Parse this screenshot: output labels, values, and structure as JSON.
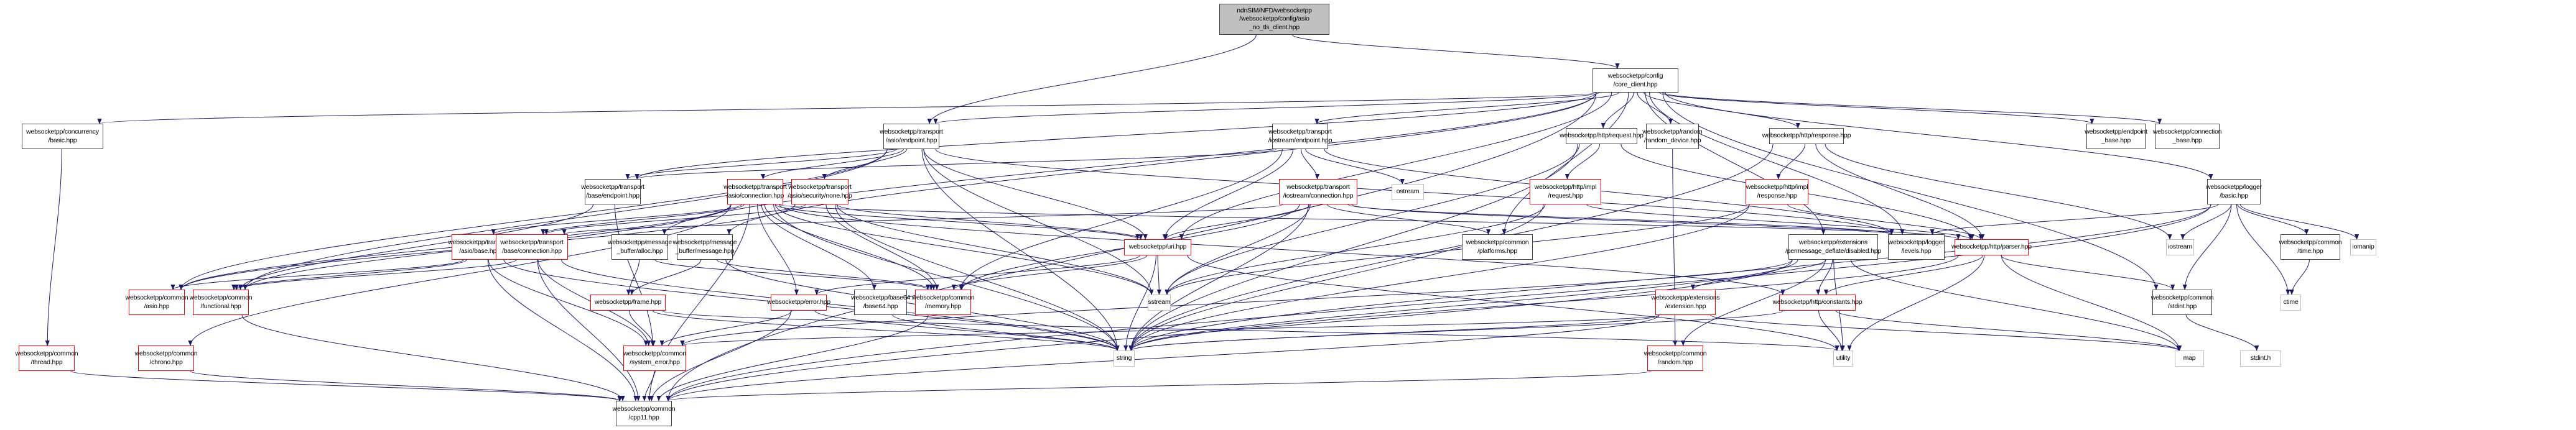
{
  "title": "Include dependency graph for asio_no_tls_client.hpp",
  "colors": {
    "edge": "#191970",
    "documented_border": "#404040",
    "incomplete_border": "#ff0000",
    "external_border": "#bfbfbf",
    "root_fill": "#bfbfbf"
  },
  "nodes": [
    {
      "id": "root",
      "kind": "root",
      "label": "ndnSIM/NFD/websocketpp\n/websocketpp/config/asio\n_no_tls_client.hpp"
    },
    {
      "id": "core_client",
      "kind": "doc",
      "label": "websocketpp/config\n/core_client.hpp"
    },
    {
      "id": "concurrency_basic",
      "kind": "doc",
      "label": "websocketpp/concurrency\n/basic.hpp"
    },
    {
      "id": "asio_endpoint",
      "kind": "doc",
      "label": "websocketpp/transport\n/asio/endpoint.hpp"
    },
    {
      "id": "iostream_endpoint",
      "kind": "doc",
      "label": "websocketpp/transport\n/iostream/endpoint.hpp"
    },
    {
      "id": "http_request",
      "kind": "doc",
      "label": "websocketpp/http/request.hpp"
    },
    {
      "id": "random_device",
      "kind": "doc",
      "label": "websocketpp/random\n/random_device.hpp"
    },
    {
      "id": "http_response",
      "kind": "doc",
      "label": "websocketpp/http/response.hpp"
    },
    {
      "id": "endpoint_base",
      "kind": "doc",
      "label": "websocketpp/endpoint\n_base.hpp"
    },
    {
      "id": "connection_base",
      "kind": "doc",
      "label": "websocketpp/connection\n_base.hpp"
    },
    {
      "id": "logger_basic",
      "kind": "doc",
      "label": "websocketpp/logger\n/basic.hpp"
    },
    {
      "id": "base_endpoint",
      "kind": "doc",
      "label": "websocketpp/transport\n/base/endpoint.hpp"
    },
    {
      "id": "asio_connection",
      "kind": "partial",
      "label": "websocketpp/transport\n/asio/connection.hpp"
    },
    {
      "id": "asio_security_none",
      "kind": "partial",
      "label": "websocketpp/transport\n/asio/security/none.hpp"
    },
    {
      "id": "iostream_connection",
      "kind": "partial",
      "label": "websocketpp/transport\n/iostream/connection.hpp"
    },
    {
      "id": "ostream",
      "kind": "external",
      "label": "ostream"
    },
    {
      "id": "http_impl_request",
      "kind": "partial",
      "label": "websocketpp/http/impl\n/request.hpp"
    },
    {
      "id": "http_impl_response",
      "kind": "partial",
      "label": "websocketpp/http/impl\n/response.hpp"
    },
    {
      "id": "asio_base",
      "kind": "partial",
      "label": "websocketpp/transport\n/asio/base.hpp"
    },
    {
      "id": "base_connection",
      "kind": "partial",
      "label": "websocketpp/transport\n/base/connection.hpp"
    },
    {
      "id": "msgbuf_alloc",
      "kind": "doc",
      "label": "websocketpp/message\n_buffer/alloc.hpp"
    },
    {
      "id": "msgbuf_message",
      "kind": "doc",
      "label": "websocketpp/message\n_buffer/message.hpp"
    },
    {
      "id": "uri",
      "kind": "partial",
      "label": "websocketpp/uri.hpp"
    },
    {
      "id": "platforms",
      "kind": "doc",
      "label": "websocketpp/common\n/platforms.hpp"
    },
    {
      "id": "pmd_disabled",
      "kind": "doc",
      "label": "websocketpp/extensions\n/permessage_deflate/disabled.hpp"
    },
    {
      "id": "logger_levels",
      "kind": "doc",
      "label": "websocketpp/logger\n/levels.hpp"
    },
    {
      "id": "http_parser",
      "kind": "partial",
      "label": "websocketpp/http/parser.hpp"
    },
    {
      "id": "iostream",
      "kind": "external",
      "label": "iostream"
    },
    {
      "id": "common_time",
      "kind": "doc",
      "label": "websocketpp/common\n/time.hpp"
    },
    {
      "id": "iomanip",
      "kind": "external",
      "label": "iomanip"
    },
    {
      "id": "common_asio",
      "kind": "partial",
      "label": "websocketpp/common\n/asio.hpp"
    },
    {
      "id": "common_functional",
      "kind": "partial",
      "label": "websocketpp/common\n/functional.hpp"
    },
    {
      "id": "frame",
      "kind": "partial",
      "label": "websocketpp/frame.hpp"
    },
    {
      "id": "error",
      "kind": "partial",
      "label": "websocketpp/error.hpp"
    },
    {
      "id": "base64",
      "kind": "doc",
      "label": "websocketpp/base64\n/base64.hpp"
    },
    {
      "id": "common_memory",
      "kind": "partial",
      "label": "websocketpp/common\n/memory.hpp"
    },
    {
      "id": "sstream",
      "kind": "external",
      "label": "sstream"
    },
    {
      "id": "extension",
      "kind": "partial",
      "label": "websocketpp/extensions\n/extension.hpp"
    },
    {
      "id": "http_constants",
      "kind": "partial",
      "label": "websocketpp/http/constants.hpp"
    },
    {
      "id": "common_stdint",
      "kind": "doc",
      "label": "websocketpp/common\n/stdint.hpp"
    },
    {
      "id": "ctime",
      "kind": "external",
      "label": "ctime"
    },
    {
      "id": "common_thread",
      "kind": "partial",
      "label": "websocketpp/common\n/thread.hpp"
    },
    {
      "id": "common_chrono",
      "kind": "partial",
      "label": "websocketpp/common\n/chrono.hpp"
    },
    {
      "id": "system_error",
      "kind": "partial",
      "label": "websocketpp/common\n/system_error.hpp"
    },
    {
      "id": "string",
      "kind": "external",
      "label": "string"
    },
    {
      "id": "utility",
      "kind": "external",
      "label": "utility"
    },
    {
      "id": "map",
      "kind": "external",
      "label": "map"
    },
    {
      "id": "stdint_h",
      "kind": "external",
      "label": "stdint.h"
    },
    {
      "id": "random",
      "kind": "partial",
      "label": "websocketpp/common\n/random.hpp"
    },
    {
      "id": "cpp11",
      "kind": "doc",
      "label": "websocketpp/common\n/cpp11.hpp"
    }
  ],
  "edges": [
    [
      "root",
      "core_client"
    ],
    [
      "root",
      "asio_endpoint"
    ],
    [
      "core_client",
      "concurrency_basic"
    ],
    [
      "core_client",
      "asio_endpoint"
    ],
    [
      "core_client",
      "iostream_endpoint"
    ],
    [
      "core_client",
      "http_request"
    ],
    [
      "core_client",
      "random_device"
    ],
    [
      "core_client",
      "http_response"
    ],
    [
      "core_client",
      "endpoint_base"
    ],
    [
      "core_client",
      "connection_base"
    ],
    [
      "core_client",
      "logger_basic"
    ],
    [
      "core_client",
      "platforms"
    ],
    [
      "core_client",
      "pmd_disabled"
    ],
    [
      "core_client",
      "common_stdint"
    ],
    [
      "core_client",
      "cpp11"
    ],
    [
      "core_client",
      "msgbuf_alloc"
    ],
    [
      "core_client",
      "msgbuf_message"
    ],
    [
      "core_client",
      "base_endpoint"
    ],
    [
      "core_client",
      "logger_levels"
    ],
    [
      "core_client",
      "uri"
    ],
    [
      "concurrency_basic",
      "common_thread"
    ],
    [
      "asio_endpoint",
      "base_endpoint"
    ],
    [
      "asio_endpoint",
      "asio_connection"
    ],
    [
      "asio_endpoint",
      "asio_security_none"
    ],
    [
      "asio_endpoint",
      "uri"
    ],
    [
      "asio_endpoint",
      "common_asio"
    ],
    [
      "asio_endpoint",
      "common_functional"
    ],
    [
      "asio_endpoint",
      "sstream"
    ],
    [
      "asio_endpoint",
      "string"
    ],
    [
      "asio_endpoint",
      "logger_levels"
    ],
    [
      "iostream_endpoint",
      "base_endpoint"
    ],
    [
      "iostream_endpoint",
      "iostream_connection"
    ],
    [
      "iostream_endpoint",
      "ostream"
    ],
    [
      "iostream_endpoint",
      "uri"
    ],
    [
      "iostream_endpoint",
      "common_memory"
    ],
    [
      "iostream_endpoint",
      "logger_levels"
    ],
    [
      "http_request",
      "http_impl_request"
    ],
    [
      "http_request",
      "http_parser"
    ],
    [
      "http_request",
      "string"
    ],
    [
      "http_request",
      "sstream"
    ],
    [
      "random_device",
      "random"
    ],
    [
      "http_response",
      "http_impl_response"
    ],
    [
      "http_response",
      "http_parser"
    ],
    [
      "http_response",
      "iostream"
    ],
    [
      "http_response",
      "string"
    ],
    [
      "logger_basic",
      "logger_levels"
    ],
    [
      "logger_basic",
      "iostream"
    ],
    [
      "logger_basic",
      "common_time"
    ],
    [
      "logger_basic",
      "iomanip"
    ],
    [
      "logger_basic",
      "ctime"
    ],
    [
      "logger_basic",
      "common_stdint"
    ],
    [
      "logger_basic",
      "string"
    ],
    [
      "logger_basic",
      "cpp11"
    ],
    [
      "base_endpoint",
      "common_functional"
    ],
    [
      "base_endpoint",
      "system_error"
    ],
    [
      "asio_connection",
      "asio_base"
    ],
    [
      "asio_connection",
      "base_connection"
    ],
    [
      "asio_connection",
      "uri"
    ],
    [
      "asio_connection",
      "common_asio"
    ],
    [
      "asio_connection",
      "common_functional"
    ],
    [
      "asio_connection",
      "common_chrono"
    ],
    [
      "asio_connection",
      "error"
    ],
    [
      "asio_connection",
      "base64"
    ],
    [
      "asio_connection",
      "common_memory"
    ],
    [
      "asio_connection",
      "sstream"
    ],
    [
      "asio_connection",
      "string"
    ],
    [
      "asio_connection",
      "http_constants"
    ],
    [
      "asio_connection",
      "logger_levels"
    ],
    [
      "asio_connection",
      "cpp11"
    ],
    [
      "asio_security_none",
      "base_connection"
    ],
    [
      "asio_security_none",
      "uri"
    ],
    [
      "asio_security_none",
      "common_asio"
    ],
    [
      "asio_security_none",
      "common_memory"
    ],
    [
      "asio_security_none",
      "sstream"
    ],
    [
      "asio_security_none",
      "string"
    ],
    [
      "iostream_connection",
      "base_connection"
    ],
    [
      "iostream_connection",
      "uri"
    ],
    [
      "iostream_connection",
      "platforms"
    ],
    [
      "iostream_connection",
      "common_memory"
    ],
    [
      "iostream_connection",
      "sstream"
    ],
    [
      "iostream_connection",
      "string"
    ],
    [
      "iostream_connection",
      "logger_levels"
    ],
    [
      "iostream_connection",
      "http_parser"
    ],
    [
      "http_impl_request",
      "sstream"
    ],
    [
      "http_impl_request",
      "string"
    ],
    [
      "http_impl_request",
      "http_parser"
    ],
    [
      "http_impl_response",
      "sstream"
    ],
    [
      "http_impl_response",
      "string"
    ],
    [
      "http_impl_response",
      "http_parser"
    ],
    [
      "asio_base",
      "common_asio"
    ],
    [
      "asio_base",
      "common_functional"
    ],
    [
      "asio_base",
      "system_error"
    ],
    [
      "asio_base",
      "cpp11"
    ],
    [
      "asio_base",
      "string"
    ],
    [
      "base_connection",
      "common_functional"
    ],
    [
      "base_connection",
      "system_error"
    ],
    [
      "base_connection",
      "cpp11"
    ],
    [
      "base_connection",
      "string"
    ],
    [
      "msgbuf_alloc",
      "frame"
    ],
    [
      "msgbuf_alloc",
      "common_memory"
    ],
    [
      "msgbuf_message",
      "frame"
    ],
    [
      "msgbuf_message",
      "common_memory"
    ],
    [
      "msgbuf_message",
      "string"
    ],
    [
      "uri",
      "error"
    ],
    [
      "uri",
      "common_memory"
    ],
    [
      "uri",
      "sstream"
    ],
    [
      "uri",
      "string"
    ],
    [
      "uri",
      "utility"
    ],
    [
      "pmd_disabled",
      "extension"
    ],
    [
      "pmd_disabled",
      "http_constants"
    ],
    [
      "pmd_disabled",
      "system_error"
    ],
    [
      "pmd_disabled",
      "utility"
    ],
    [
      "pmd_disabled",
      "map"
    ],
    [
      "pmd_disabled",
      "string"
    ],
    [
      "pmd_disabled",
      "cpp11"
    ],
    [
      "pmd_disabled",
      "random"
    ],
    [
      "http_parser",
      "http_constants"
    ],
    [
      "http_parser",
      "utility"
    ],
    [
      "http_parser",
      "map"
    ],
    [
      "http_parser",
      "string"
    ],
    [
      "http_parser",
      "common_stdint"
    ],
    [
      "common_time",
      "ctime"
    ],
    [
      "frame",
      "system_error"
    ],
    [
      "frame",
      "string"
    ],
    [
      "frame",
      "utility"
    ],
    [
      "error",
      "system_error"
    ],
    [
      "error",
      "cpp11"
    ],
    [
      "error",
      "string"
    ],
    [
      "base64",
      "string"
    ],
    [
      "common_memory",
      "cpp11"
    ],
    [
      "extension",
      "system_error"
    ],
    [
      "extension",
      "cpp11"
    ],
    [
      "extension",
      "string"
    ],
    [
      "extension",
      "map"
    ],
    [
      "http_constants",
      "string"
    ],
    [
      "http_constants",
      "utility"
    ],
    [
      "http_constants",
      "map"
    ],
    [
      "common_stdint",
      "stdint_h"
    ],
    [
      "common_thread",
      "cpp11"
    ],
    [
      "common_chrono",
      "cpp11"
    ],
    [
      "system_error",
      "cpp11"
    ],
    [
      "random",
      "cpp11"
    ],
    [
      "common_functional",
      "cpp11"
    ]
  ]
}
